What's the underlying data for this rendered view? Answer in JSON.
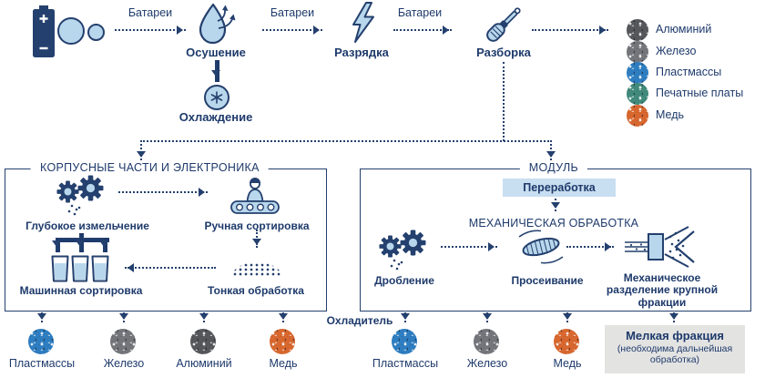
{
  "colors": {
    "navy": "#24406e",
    "light_blue": "#b9d7ec",
    "pale_blue_bg": "#c8def1",
    "gray_bg": "#e3e3e2"
  },
  "top_flow": {
    "arrow_labels": [
      "Батареи",
      "Батареи",
      "Батареи"
    ],
    "dryer": {
      "label": "Осушение"
    },
    "cooling": {
      "label": "Охлаждение"
    },
    "discharge": {
      "label": "Разрядка"
    },
    "disassembly": {
      "label": "Разборка"
    },
    "materials": [
      {
        "label": "Алюминий",
        "color": "#55575b"
      },
      {
        "label": "Железо",
        "color": "#73757a"
      },
      {
        "label": "Пластмассы",
        "color": "#2e7dc0"
      },
      {
        "label": "Печатные платы",
        "color": "#41897b"
      },
      {
        "label": "Медь",
        "color": "#d7672e"
      }
    ]
  },
  "housing_box": {
    "title": "КОРПУСНЫЕ ЧАСТИ И ЭЛЕКТРОНИКА",
    "deep_shredding": "Глубокое измельчение",
    "manual_sorting": "Ручная сортировка",
    "machine_sorting": "Машинная сортировка",
    "fine_processing": "Тонкая обработка",
    "outputs": [
      {
        "label": "Пластмассы",
        "color": "#2e7dc0"
      },
      {
        "label": "Железо",
        "color": "#73757a"
      },
      {
        "label": "Алюминий",
        "color": "#55575b"
      },
      {
        "label": "Медь",
        "color": "#d7672e"
      }
    ]
  },
  "module_box": {
    "title": "МОДУЛЬ",
    "recycling": "Переработка",
    "mechanical_processing": "МЕХАНИЧЕСКАЯ ОБРАБОТКА",
    "crushing": "Дробление",
    "sieving": "Просеивание",
    "separation": "Механическое разделение крупной фракции",
    "coolant": "Охладитель",
    "outputs": [
      {
        "label": "Пластмассы",
        "color": "#2e7dc0"
      },
      {
        "label": "Железо",
        "color": "#73757a"
      },
      {
        "label": "Медь",
        "color": "#d7672e"
      }
    ],
    "fine_fraction": {
      "title": "Мелкая фракция",
      "note": "(необходима дальнейшая обработка)"
    }
  }
}
